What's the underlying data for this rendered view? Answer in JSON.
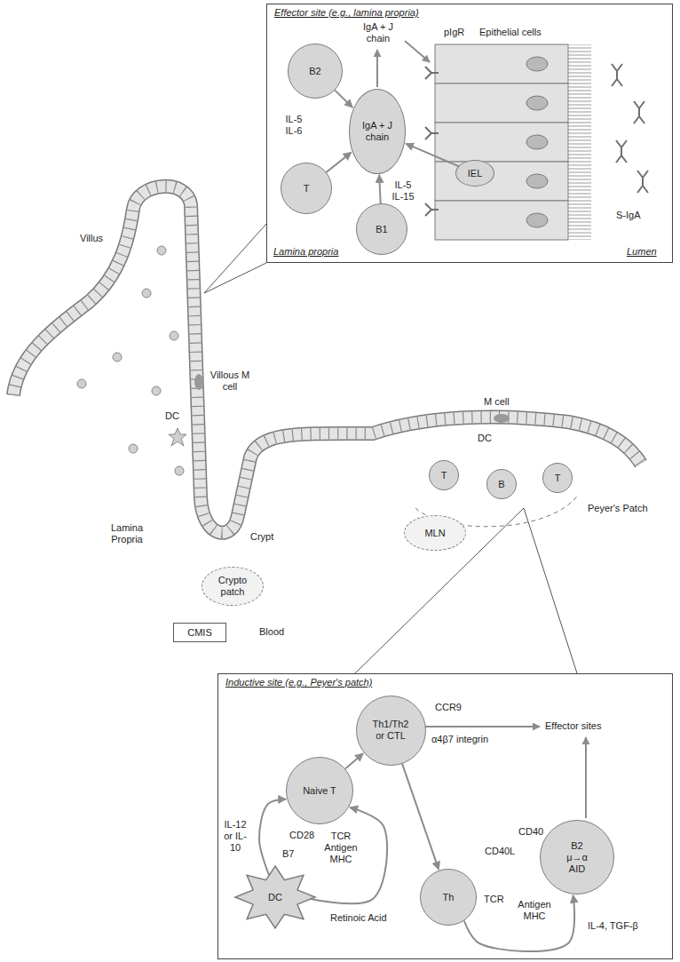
{
  "diagram": {
    "nodes": [
      {
        "text": [
          "Effector site (e.g., lamina propria)"
        ]
      },
      {
        "text": [
          "B2"
        ],
        "in": 0
      },
      {
        "text": [
          "IgA + J chain"
        ],
        "in": 0
      },
      {
        "text": [
          "T"
        ],
        "in": 0
      },
      {
        "text": [
          "B1"
        ],
        "in": 0
      },
      {
        "text": [
          "IEL"
        ],
        "in": 0
      },
      {
        "text": [
          "Crypto patch"
        ]
      },
      {
        "text": [
          "CMIS"
        ]
      },
      {
        "text": [
          "MLN"
        ]
      },
      {
        "text": [
          "T"
        ]
      },
      {
        "text": [
          "B"
        ]
      },
      {
        "text": [
          "T"
        ]
      },
      {
        "text": [
          "Inductive site (e.g., Peyer's patch)"
        ]
      },
      {
        "text": [
          "Th1/Th2 or CTL"
        ],
        "in": 12
      },
      {
        "text": [
          "Naive T"
        ],
        "in": 12
      },
      {
        "text": [
          "DC"
        ],
        "in": 12
      },
      {
        "text": [
          "Th"
        ],
        "in": 12
      },
      {
        "text": [
          "B2",
          "μ→α",
          "AID"
        ],
        "in": 12
      }
    ],
    "edges": [
      {
        "from": 1,
        "to": 2,
        "arrow": "to"
      },
      {
        "from": 3,
        "to": 2,
        "arrow": "to"
      },
      {
        "from": 4,
        "to": 2,
        "arrow": "to"
      },
      {
        "from": 5,
        "to": 2,
        "arrow": "to"
      },
      {
        "from": 15,
        "to": 14,
        "arrow": "to"
      },
      {
        "from": 15,
        "to": 14,
        "arrow": "to"
      },
      {
        "from": 14,
        "to": 13,
        "arrow": "to"
      },
      {
        "from": 13,
        "to": 16,
        "arrow": "to"
      },
      {
        "from": 16,
        "to": 17,
        "arrow": "to"
      }
    ],
    "labels": [
      "IgA + J chain",
      "pIgR",
      "Epithelial cells",
      "IL-5 IL-6",
      "IL-5 IL-15",
      "S-IgA",
      "Lamina propria",
      "Lumen",
      "Villus",
      "Villous M cell",
      "DC",
      "Lamina Propria",
      "Crypt",
      "Blood",
      "M cell",
      "DC",
      "Peyer's Patch",
      "CCR9",
      "α4β7 integrin",
      "Effector sites",
      "IL-12 or IL-10",
      "CD28",
      "B7",
      "TCR Antigen MHC",
      "Retinoic Acid",
      "CD40",
      "CD40L",
      "TCR",
      "Antigen MHC",
      "IL-4, TGF-β"
    ]
  }
}
